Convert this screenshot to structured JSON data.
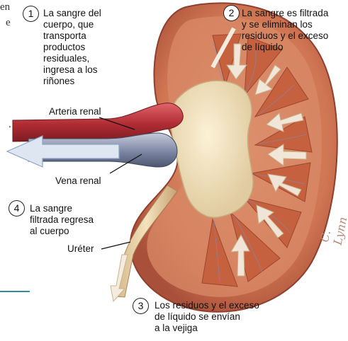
{
  "figure": {
    "labels": {
      "step1": "La sangre del\ncuerpo, que\ntransporta\nproductos\nresiduales,\ningresa a los\nriñones",
      "step2": "La sangre es filtrada\ny se eliminan los\nresiduos y el exceso\nde líquido",
      "step3": "Los residuos y el exceso\nde líquido se envían\na la vejiga",
      "step4": "La sangre\nfiltrada regresa\nal cuerpo",
      "artery": "Arteria renal",
      "vein": "Vena renal",
      "ureter": "Uréter"
    },
    "step_numbers": [
      "1",
      "2",
      "3",
      "4"
    ],
    "partial_text": [
      "en",
      "e",
      "."
    ],
    "signature": "C. Lynn",
    "colors": {
      "accent_teal": "#2f8f9b",
      "kidney_outer": "#c9704e",
      "cortex": "#d98b68",
      "pelvis": "#eadcb8",
      "artery": "#b8333a",
      "vein": "#8d96b0",
      "arrow_fill": "#dde6f1"
    }
  }
}
